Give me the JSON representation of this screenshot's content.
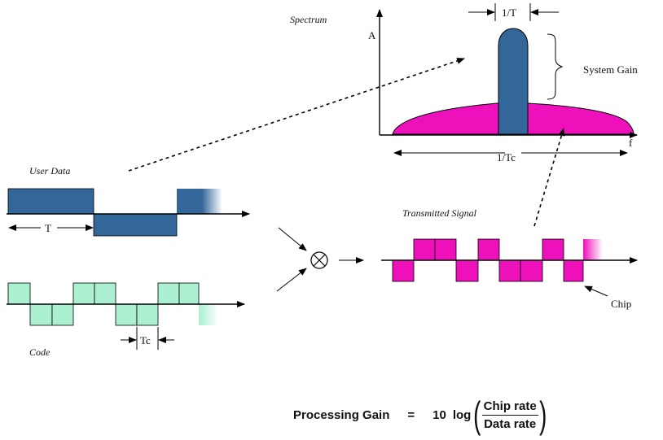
{
  "spectrum": {
    "title": "Spectrum",
    "y_axis_label": "A",
    "x_axis_label": "f",
    "narrow_width_label": "1/T",
    "wide_width_label": "1/Tc",
    "gain_label": "System Gain",
    "narrow_color": "#336699",
    "wide_color": "#ee11bb"
  },
  "user_data": {
    "title": "User Data",
    "period_label": "T",
    "color": "#336699"
  },
  "code": {
    "title": "Code",
    "chip_label": "Tc",
    "color": "#aaf0d1"
  },
  "transmitted": {
    "title": "Transmitted Signal",
    "chip_label": "Chip",
    "color": "#ee11bb"
  },
  "mixer": {
    "icon": "multiplier-icon"
  },
  "formula": {
    "left": "Processing Gain",
    "equals": "=",
    "coefficient": "10",
    "fn": "log",
    "numerator": "Chip rate",
    "denominator": "Data rate"
  }
}
